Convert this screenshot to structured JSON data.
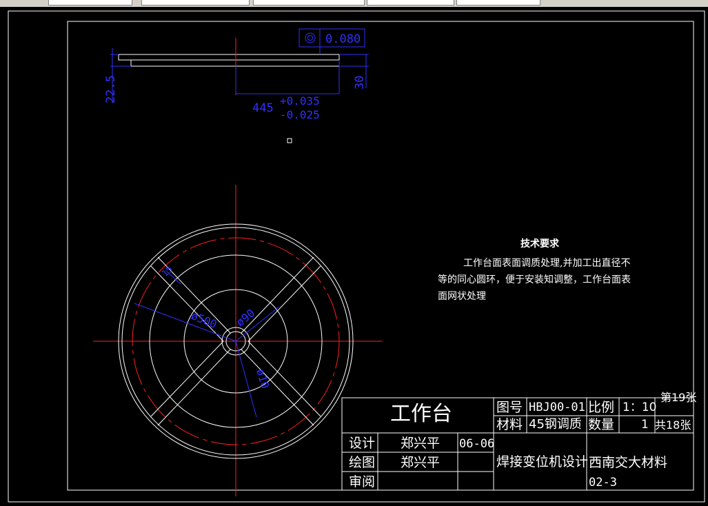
{
  "drawing": {
    "flatness_tolerance": "0.080",
    "dim_height_left": "22.5",
    "dim_height_right": "30",
    "dim_diameter": "445",
    "tol_upper": "+0.035",
    "tol_lower": "-0.025",
    "dim_d500": "ø500",
    "dim_d90": "ø90",
    "dim_d10": "ø10",
    "dim_small": "15"
  },
  "tech": {
    "title": "技术要求",
    "line1": "工作台面表面调质处理,并加工出直径不",
    "line2": "等的同心圆环，便于安装知调整，工作台面表",
    "line3": "面网状处理"
  },
  "title_block": {
    "part_name": "工作台",
    "drawing_no_label": "图号",
    "drawing_no": "HBJ00-01",
    "scale_label": "比例",
    "scale": "1：10",
    "sheet_no": "第19张",
    "material_label": "材料",
    "material": "45钢调质",
    "qty_label": "数量",
    "qty": "1",
    "total_sheets": "共18张",
    "design_label": "设计",
    "designer": "郑兴平",
    "date": "06-06",
    "draw_label": "绘图",
    "drawer": "郑兴平",
    "review_label": "审阅",
    "project": "焊接变位机设计",
    "school": "西南交大材料",
    "class": "02-3"
  }
}
